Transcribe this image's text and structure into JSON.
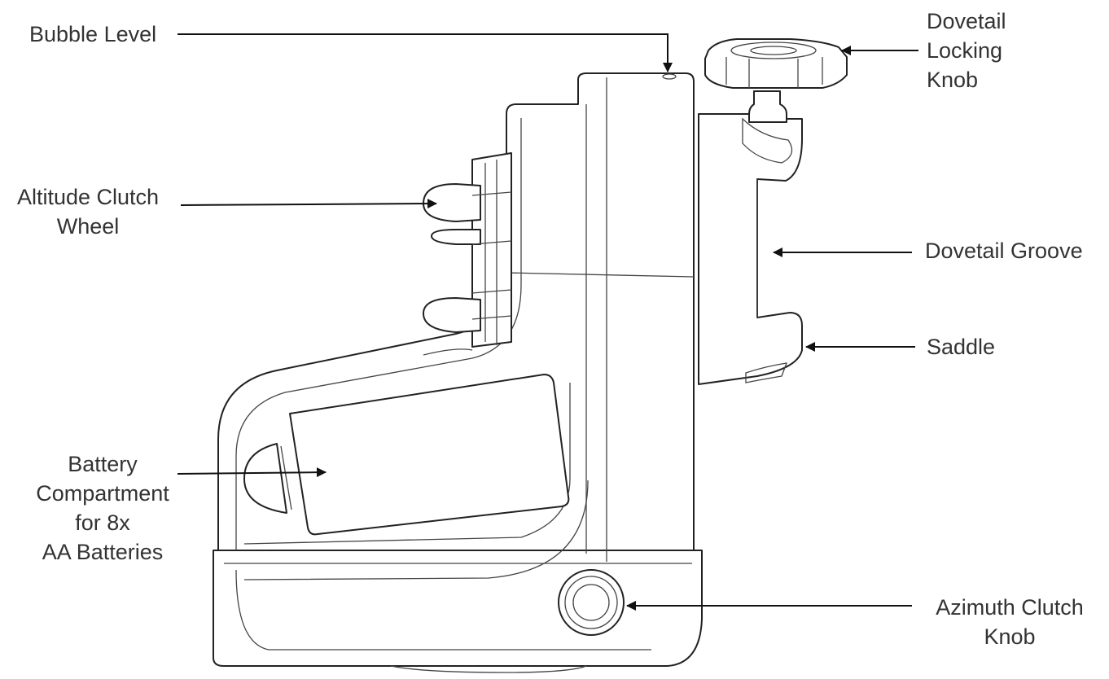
{
  "diagram": {
    "labels": {
      "bubble_level": [
        "Bubble Level"
      ],
      "altitude_clutch_wheel": [
        "Altitude Clutch",
        "Wheel"
      ],
      "battery_compartment": [
        "Battery",
        "Compartment",
        "for 8x",
        "AA Batteries"
      ],
      "dovetail_locking_knob": [
        "Dovetail",
        "Locking",
        "Knob"
      ],
      "dovetail_groove": [
        "Dovetail Groove"
      ],
      "saddle": [
        "Saddle"
      ],
      "azimuth_clutch_knob": [
        "Azimuth Clutch",
        "Knob"
      ]
    },
    "colors": {
      "line": "#111111",
      "text": "#333333",
      "background": "#ffffff"
    }
  }
}
